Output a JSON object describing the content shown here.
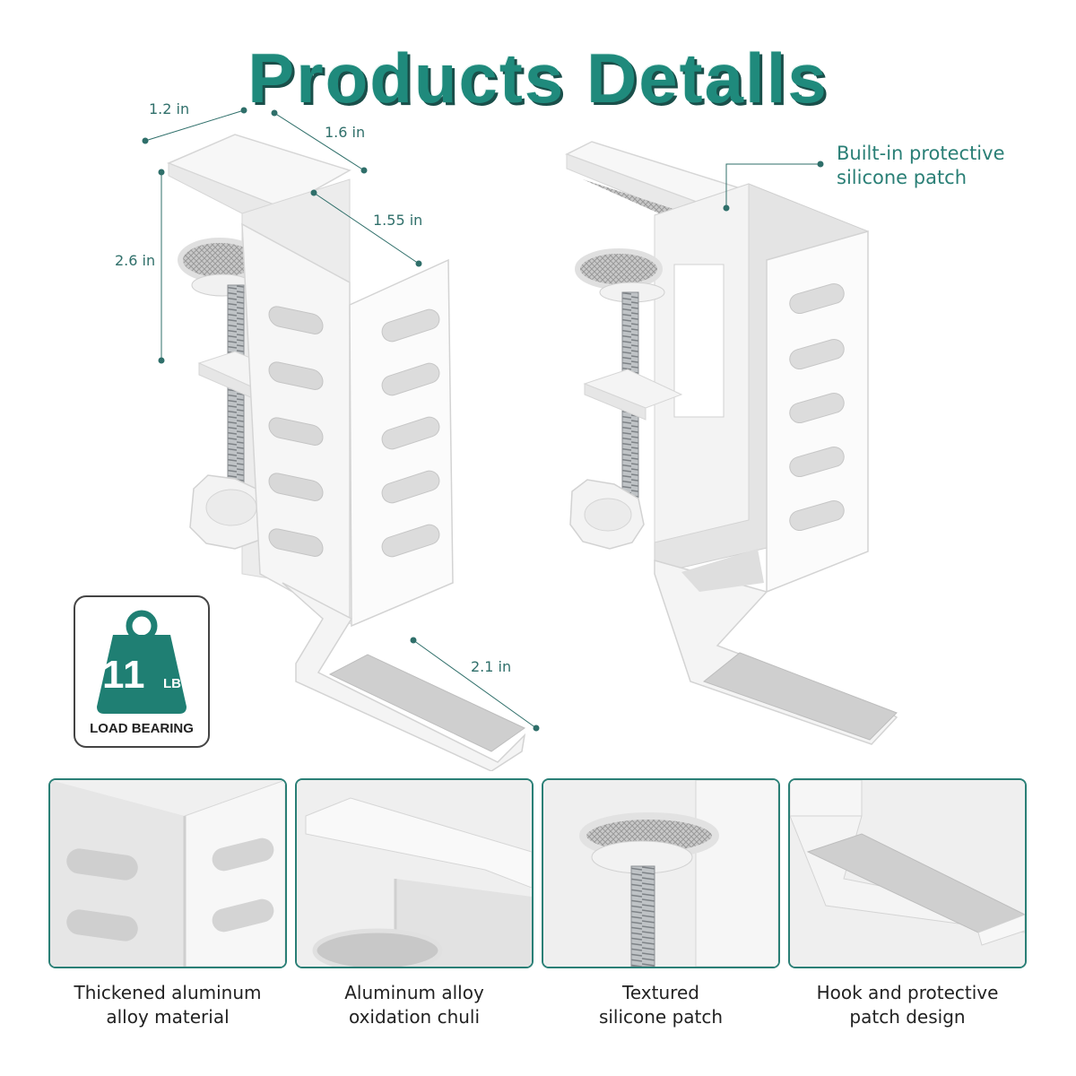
{
  "title": "Products Detalls",
  "dimensions": {
    "width_top": "1.2 in",
    "depth_top": "1.6 in",
    "inner_depth": "1.55 in",
    "height": "2.6 in",
    "hook_length": "2.1 in"
  },
  "callout": {
    "line1": "Built-in protective",
    "line2": "silicone patch"
  },
  "badge": {
    "number": "11",
    "unit": "LB",
    "caption": "LOAD BEARING"
  },
  "features": [
    {
      "line1": "Thickened aluminum",
      "line2": "alloy material"
    },
    {
      "line1": "Aluminum alloy",
      "line2": "oxidation chuli"
    },
    {
      "line1": "Textured",
      "line2": "silicone patch"
    },
    {
      "line1": "Hook and protective",
      "line2": "patch design"
    }
  ],
  "colors": {
    "accent": "#1f8a7c",
    "dim_line": "#2f6f6a",
    "product": "#f2f2f2",
    "patch": "#cfcfcf"
  }
}
